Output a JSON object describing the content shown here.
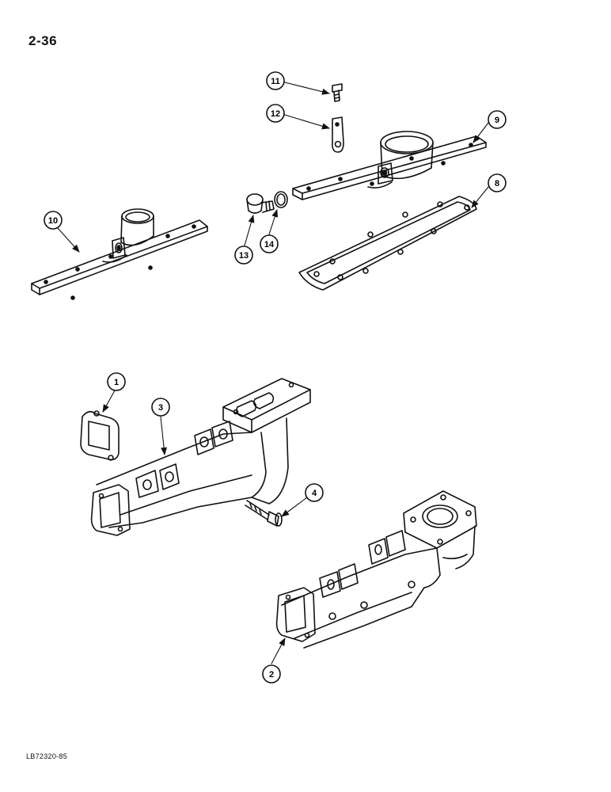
{
  "page": {
    "number": "2-36",
    "figure_code": "LB72320-85"
  },
  "colors": {
    "ink": "#111111",
    "paper": "#ffffff"
  },
  "callouts": [
    "11",
    "12",
    "9",
    "8",
    "10",
    "13",
    "14",
    "1",
    "3",
    "4",
    "2"
  ]
}
